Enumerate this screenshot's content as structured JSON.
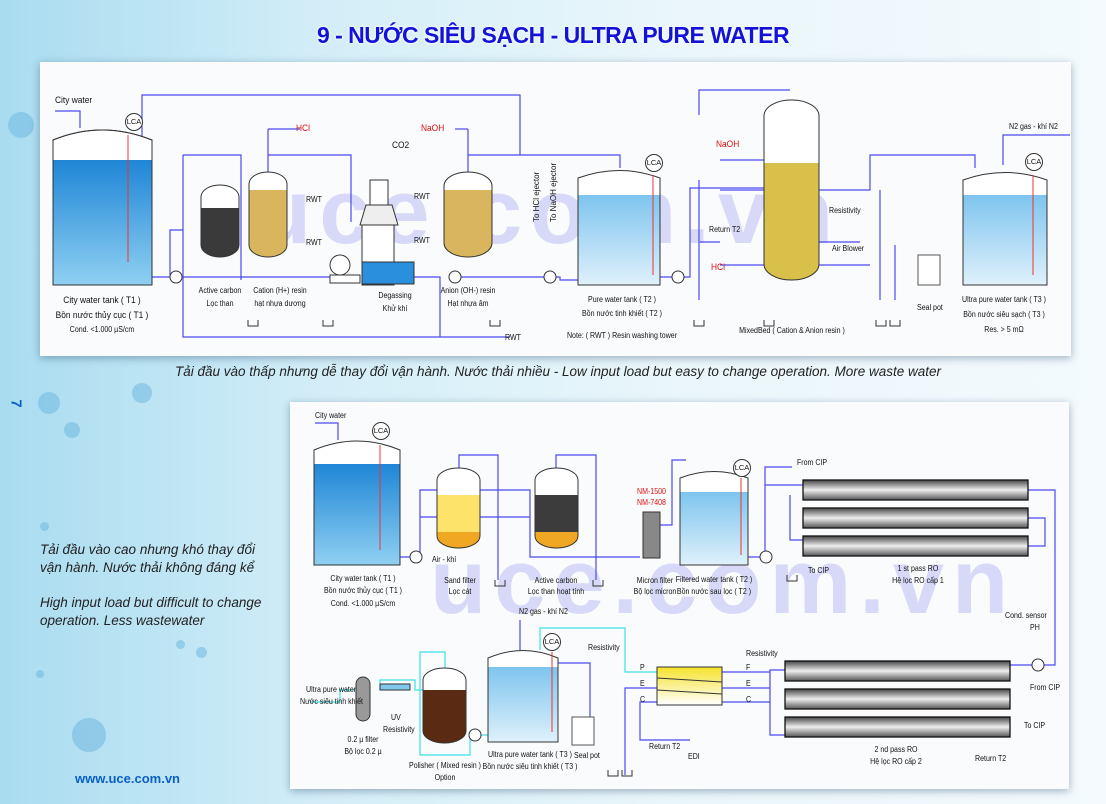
{
  "title": "9 - NƯỚC SIÊU SẠCH - ULTRA PURE WATER",
  "page_number": "7",
  "watermark": "uce.com.vn",
  "website": "www.uce.com.vn",
  "caption1": "Tải đầu vào thấp nhưng dễ thay đổi vận hành. Nước thải nhiều - Low input load but easy to change operation. More waste water",
  "side_note": {
    "vi_line1": "Tải đầu vào cao nhưng khó thay đổi",
    "vi_line2": "vận hành. Nước thải không đáng kể",
    "en_line1": "High input load but difficult to change",
    "en_line2": "operation. Less wastewater"
  },
  "diagram1": {
    "city_water": "City water",
    "lca": "LCA",
    "t1": {
      "name": "City water tank ( T1 )",
      "vi": "Bồn nước thủy cục ( T1 )",
      "spec": "Cond. <1.000 µS/cm"
    },
    "active_carbon": {
      "name": "Active carbon",
      "vi": "Lọc than"
    },
    "cation": {
      "name": "Cation (H+) resin",
      "vi": "hạt nhựa dương"
    },
    "hcl": "HCl",
    "naoh": "NaOH",
    "rwt": "RWT",
    "co2": "CO2",
    "degassing": {
      "name": "Degassing",
      "vi": "Khử khí"
    },
    "anion": {
      "name": "Anion (OH-) resin",
      "vi": "Hạt nhựa âm"
    },
    "to_hcl_ejector": "To HCl ejector",
    "to_naoh_ejector": "To NaOH ejector",
    "t2": {
      "name": "Pure water tank ( T2 )",
      "vi": "Bồn nước tinh khiết ( T2 )"
    },
    "note": "Note: ( RWT ) Resin washing tower",
    "return_t2": "Return T2",
    "resistivity": "Resistivity",
    "air_blower": "Air Blower",
    "mixedbed": "MixedBed ( Cation & Anion resin )",
    "n2_gas": "N2 gas - khí N2",
    "seal_pot": "Seal pot",
    "t3": {
      "name": "Ultra pure water tank ( T3 )",
      "vi": "Bồn nước siêu sạch ( T3 )",
      "spec": "Res. > 5 mΩ"
    }
  },
  "diagram2": {
    "city_water": "City water",
    "lca": "LCA",
    "t1": {
      "name": "City water tank ( T1 )",
      "vi": "Bồn nước thủy cục ( T1 )",
      "spec": "Cond. <1.000 µS/cm"
    },
    "air": "Air - khí",
    "sand_filter": {
      "name": "Sand filter",
      "vi": "Lọc cát"
    },
    "active_carbon": {
      "name": "Active carbon",
      "vi": "Lọc than hoạt tính"
    },
    "nm1500": "NM-1500",
    "nm7408": "NM-7408",
    "micron_filter": {
      "name": "Micron filter",
      "vi": "Bộ lọc micron"
    },
    "t2": {
      "name": "Filtered water tank ( T2 )",
      "vi": "Bồn nước sau lọc ( T2 )"
    },
    "from_cip": "From CIP",
    "to_cip": "To CIP",
    "ro1": {
      "name": "1 st pass RO",
      "vi": "Hệ lọc RO cấp 1"
    },
    "cond_sensor": "Cond. sensor",
    "ph": "PH",
    "ro2": {
      "name": "2 nd pass RO",
      "vi": "Hệ lọc RO cấp 2"
    },
    "return_t2": "Return T2",
    "resistivity": "Resistivity",
    "edi": "EDI",
    "edi_ports": {
      "p": "P",
      "e": "E",
      "c": "C",
      "f": "F"
    },
    "n2_gas": "N2 gas - khí N2",
    "t3": {
      "name": "Ultra pure water tank ( T3 )",
      "vi": "Bồn nước siêu tinh khiết ( T3 )"
    },
    "seal_pot": "Seal pot",
    "polisher": {
      "name": "Polisher ( Mixed resin )",
      "vi": "Option"
    },
    "uv": "UV",
    "filter02": {
      "name": "0.2 µ filter",
      "vi": "Bộ lọc 0.2 µ"
    },
    "ultra_pure": {
      "name": "Ultra pure water",
      "vi": "Nước siêu tinh khiết"
    }
  }
}
